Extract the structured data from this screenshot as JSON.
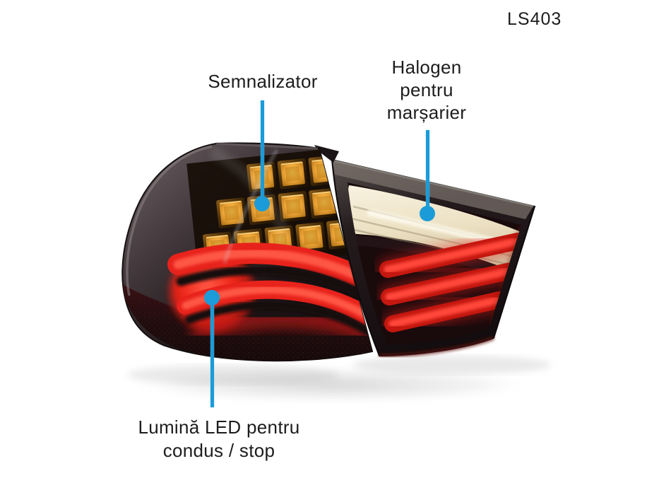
{
  "product_code": "LS403",
  "annotations": {
    "turn_signal": {
      "label": "Semnalizator"
    },
    "reverse_halogen": {
      "label": "Halogen\npentru\nmarșarier"
    },
    "led_stop": {
      "label": "Lumină LED pentru\ncondus / stop"
    }
  },
  "colors": {
    "annotation_blue": "#1b9cd8",
    "text": "#1d1d1f",
    "amber_led": "#f0a83a",
    "red_led": "#e8231c",
    "halogen_cream": "#ede1c6",
    "background": "#ffffff"
  }
}
